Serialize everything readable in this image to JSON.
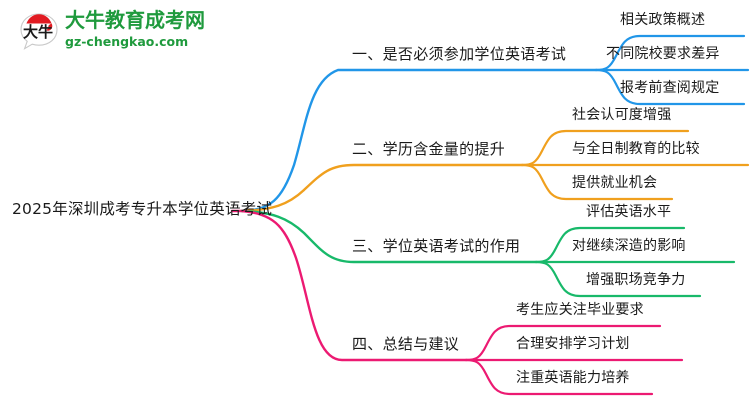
{
  "logo": {
    "mark_text": "大牛",
    "name_cn": "大牛教育成考网",
    "domain": "gz-chengkao.com",
    "brand_color": "#1f9a3d",
    "mark_accent_color": "#e11b22"
  },
  "mindmap": {
    "root": {
      "label": "2025年深圳成考专升本学位英语考试"
    },
    "branches": [
      {
        "label": "一、是否必须参加学位英语考试",
        "color": "#2196e8",
        "children": [
          {
            "label": "相关政策概述"
          },
          {
            "label": "不同院校要求差异"
          },
          {
            "label": "报考前查阅规定"
          }
        ]
      },
      {
        "label": "二、学历含金量的提升",
        "color": "#f0a01e",
        "children": [
          {
            "label": "社会认可度增强"
          },
          {
            "label": "与全日制教育的比较"
          },
          {
            "label": "提供就业机会"
          }
        ]
      },
      {
        "label": "三、学位英语考试的作用",
        "color": "#18b96a",
        "children": [
          {
            "label": "评估英语水平"
          },
          {
            "label": "对继续深造的影响"
          },
          {
            "label": "增强职场竞争力"
          }
        ]
      },
      {
        "label": "四、总结与建议",
        "color": "#ec1a72",
        "children": [
          {
            "label": "考生应关注毕业要求"
          },
          {
            "label": "合理安排学习计划"
          },
          {
            "label": "注重英语能力培养"
          }
        ]
      }
    ]
  }
}
